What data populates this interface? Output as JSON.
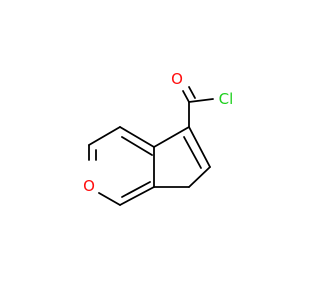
{
  "molecule": {
    "atoms": {
      "ring_oxygen": {
        "symbol": "O",
        "color": "#ff0d0d"
      },
      "carbonyl_oxygen": {
        "symbol": "O",
        "color": "#ff0d0d"
      },
      "chlorine": {
        "symbol": "Cl",
        "color": "#1fd01f"
      }
    },
    "bond_color": "#000000"
  }
}
